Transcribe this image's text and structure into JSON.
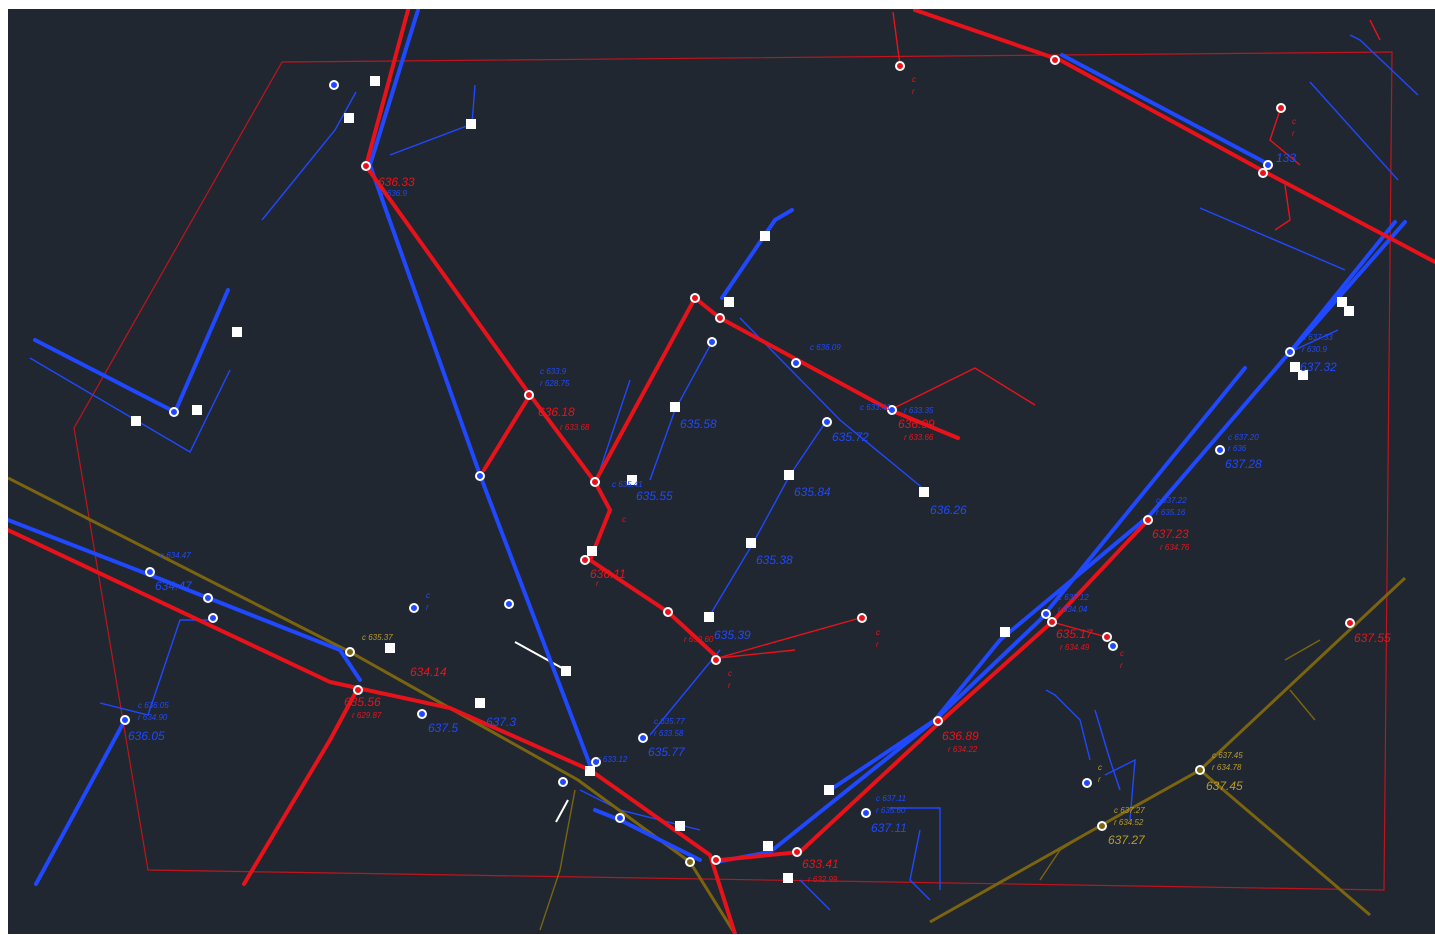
{
  "colors": {
    "background": "#212730",
    "sewer": "#1f48ff",
    "water": "#e8121b",
    "gas": "#7a6410",
    "plot_boundary": "#c0141c",
    "manhole": "#ffffff"
  },
  "labels": {
    "blue": [
      "636.05",
      "637.5",
      "637.3",
      "636.26",
      "635.58",
      "635.72",
      "635.84",
      "635.38",
      "635.39",
      "635.77",
      "635.55",
      "637.28",
      "637.32",
      "637.11",
      "133",
      "634.47"
    ],
    "red": [
      "635.56",
      "636.18",
      "636.33",
      "636.11",
      "637.23",
      "636.89",
      "635.17",
      "636.99",
      "637.55",
      "634.14",
      "633.41"
    ],
    "gas": [
      "637.27",
      "637.45"
    ],
    "small": [
      "c 636.05",
      "r 634.90",
      "r 629.87",
      "c 636.09",
      "c 633.9",
      "r 628.75",
      "c 637.20",
      "r 636",
      "c 637.45",
      "r 634.78",
      "c 637.27",
      "r 634.52",
      "c 637.11",
      "r 635.60",
      "c 637.22",
      "r 635.16",
      "r 634.76",
      "r 634.49",
      "r 634.22",
      "c 635.77",
      "r 633.58",
      "r 633.12",
      "r 632.99",
      "c 634.47",
      "c 635.37",
      "r 633.68",
      "r 636.9",
      "c 637.12",
      "r 634.04",
      "c 637.33",
      "r 630.9",
      "r 633.35",
      "c 633.41",
      "r 633.66",
      "c 635.41",
      "r 630.60"
    ],
    "markers": [
      "c",
      "r"
    ]
  }
}
